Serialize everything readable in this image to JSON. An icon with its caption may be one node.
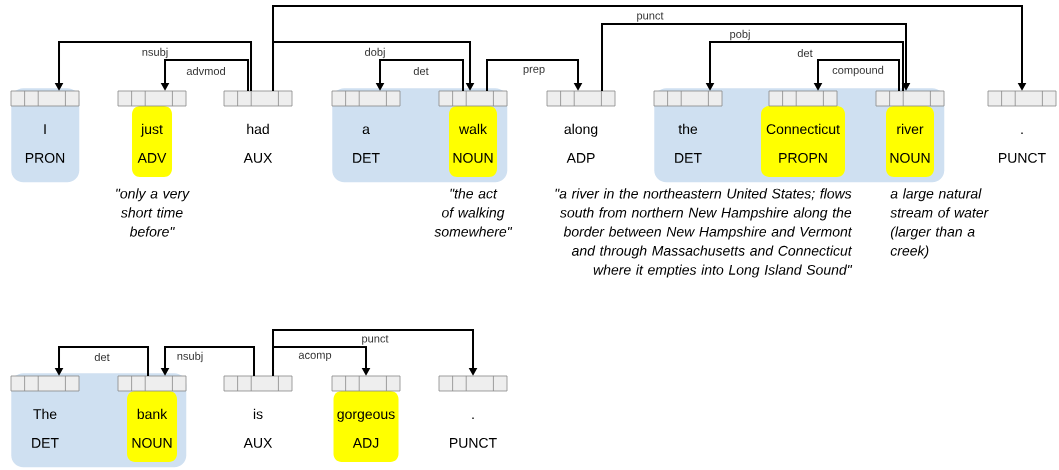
{
  "diagram": {
    "nodes": [
      {
        "text": [],
        "shape": "box"
      },
      {
        "text": [
          "I",
          "PRON"
        ],
        "in": 0
      },
      {
        "text": [
          "just",
          "ADV"
        ],
        "beside": [
          "\"only a very short time before\""
        ]
      },
      {
        "text": [
          "had",
          "AUX"
        ]
      },
      {
        "text": [],
        "shape": "box"
      },
      {
        "text": [
          "a",
          "DET"
        ],
        "in": 4
      },
      {
        "text": [
          "walk",
          "NOUN"
        ],
        "in": 4,
        "beside": [
          "\"the act of walking somewhere\""
        ]
      },
      {
        "text": [
          "along",
          "ADP"
        ]
      },
      {
        "text": [],
        "shape": "box"
      },
      {
        "text": [
          "the",
          "DET"
        ],
        "in": 8
      },
      {
        "text": [
          "Connecticut",
          "PROPN"
        ],
        "in": 8,
        "beside": [
          "\"a river in the northeastern United States; flows south from northern New Hampshire along the border between New Hampshire and Vermont and through Massachusetts and Connecticut where it empties into Long Island Sound\""
        ]
      },
      {
        "text": [
          "river",
          "NOUN"
        ],
        "in": 8,
        "beside": [
          "a large natural stream of water (larger than a creek)"
        ]
      },
      {
        "text": [
          ".",
          "PUNCT"
        ]
      },
      {
        "text": [],
        "shape": "box"
      },
      {
        "text": [
          "The",
          "DET"
        ],
        "in": 13
      },
      {
        "text": [
          "bank",
          "NOUN"
        ],
        "in": 13
      },
      {
        "text": [
          "is",
          "AUX"
        ]
      },
      {
        "text": [
          "gorgeous",
          "ADJ"
        ]
      },
      {
        "text": [
          ".",
          "PUNCT"
        ]
      }
    ],
    "edges": [
      {
        "from": 3,
        "to": 1,
        "arrow": "to",
        "label": "nsubj"
      },
      {
        "from": 3,
        "to": 2,
        "arrow": "to",
        "label": "advmod"
      },
      {
        "from": 3,
        "to": 6,
        "arrow": "to",
        "label": "dobj"
      },
      {
        "from": 6,
        "to": 5,
        "arrow": "to",
        "label": "det"
      },
      {
        "from": 6,
        "to": 7,
        "arrow": "to",
        "label": "prep"
      },
      {
        "from": 3,
        "to": 12,
        "arrow": "to",
        "label": "punct"
      },
      {
        "from": 7,
        "to": 11,
        "arrow": "to",
        "label": "pobj"
      },
      {
        "from": 11,
        "to": 9,
        "arrow": "to",
        "label": "det"
      },
      {
        "from": 11,
        "to": 10,
        "arrow": "to",
        "label": "compound"
      },
      {
        "from": 15,
        "to": 14,
        "arrow": "to",
        "label": "det"
      },
      {
        "from": 16,
        "to": 15,
        "arrow": "to",
        "label": "nsubj"
      },
      {
        "from": 16,
        "to": 17,
        "arrow": "to",
        "label": "acomp"
      },
      {
        "from": 16,
        "to": 18,
        "arrow": "to",
        "label": "punct"
      }
    ]
  }
}
